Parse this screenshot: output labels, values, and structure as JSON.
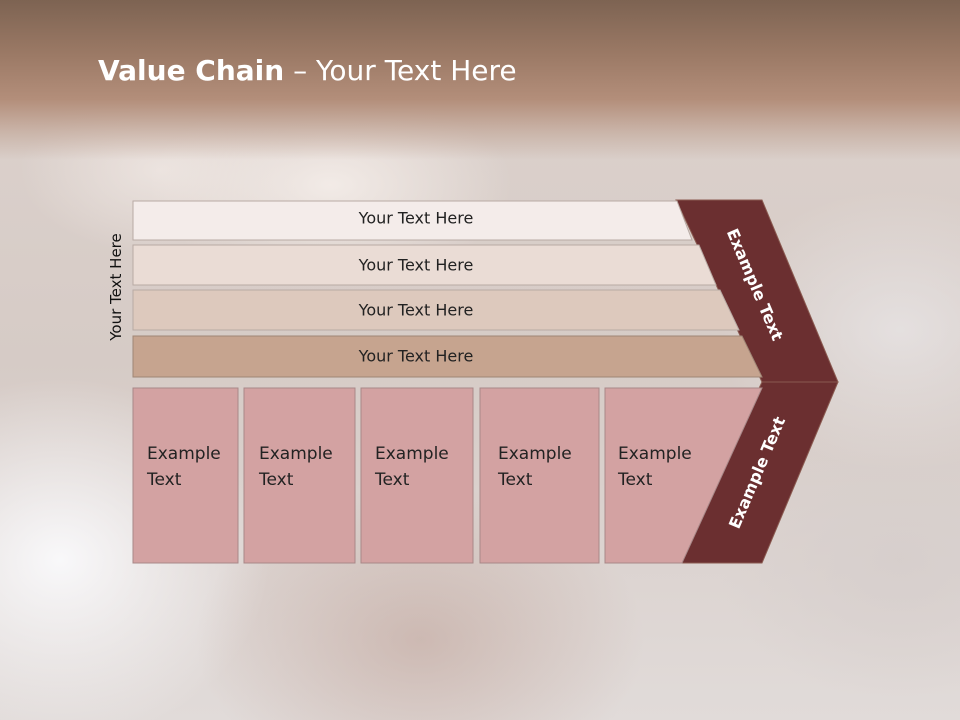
{
  "title": {
    "bold": "Value Chain",
    "rest": " – Your Text Here"
  },
  "side_label": "Your Text Here",
  "rows": [
    {
      "label": "Your Text Here",
      "color": "#f4ecea"
    },
    {
      "label": "Your Text Here",
      "color": "#eadcd5"
    },
    {
      "label": "Your Text Here",
      "color": "#ddc9bd"
    },
    {
      "label": "Your Text Here",
      "color": "#c6a48f"
    }
  ],
  "boxes": [
    {
      "line1": "Example",
      "line2": "Text"
    },
    {
      "line1": "Example",
      "line2": "Text"
    },
    {
      "line1": "Example",
      "line2": "Text"
    },
    {
      "line1": "Example",
      "line2": "Text"
    },
    {
      "line1": "Example",
      "line2": "Text"
    }
  ],
  "chevrons": {
    "top": "Example Text",
    "bottom": "Example Text"
  },
  "colors": {
    "box_fill": "#d3a2a2",
    "chevron_fill": "#6b2f30"
  }
}
